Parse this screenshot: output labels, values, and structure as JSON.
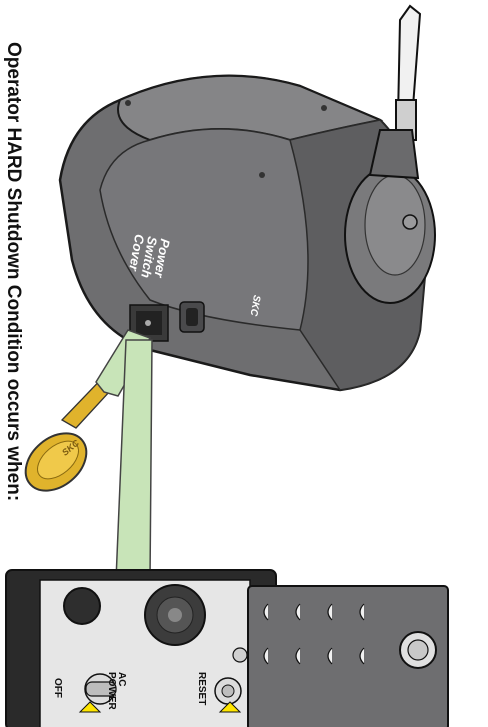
{
  "heading": "Operator HARD Shutdown Condition occurs when:",
  "machine": {
    "cover_label": [
      "Power",
      "Switch",
      "Cover"
    ],
    "brand_text": "SKC",
    "key_brand_text": "SKC"
  },
  "panel": {
    "ac_power_label": [
      "AC",
      "POWER"
    ],
    "off_label": "OFF",
    "reset_label": "RESET"
  },
  "colors": {
    "machine_body": "#6e6e70",
    "key": "#e0b32c",
    "callout_arrow": "#c8e4b8",
    "indicator_arrow": "#ffe600",
    "panel_frame": "#2a2a2a",
    "panel_plate": "#e6e6e6"
  }
}
